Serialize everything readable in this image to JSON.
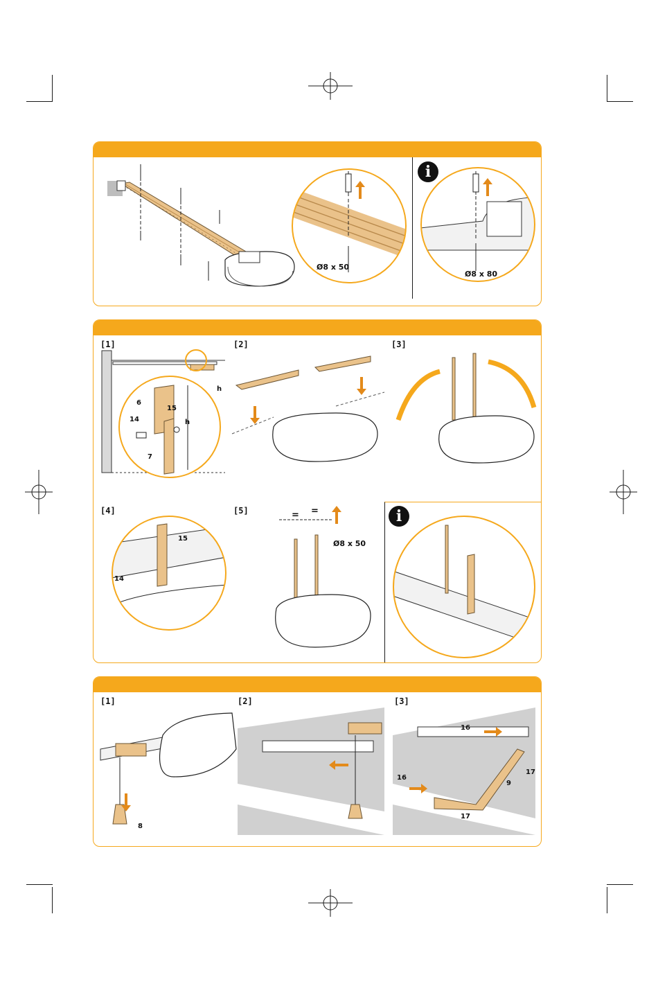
{
  "colors": {
    "accent": "#f5a81c",
    "wood": "#eac28a",
    "wood_dark": "#b98a4c",
    "ink": "#111111"
  },
  "section1": {
    "callout_screw_label": "Ø8 x 50",
    "info_screw_label": "Ø8 x 80",
    "info_icon": "info-icon"
  },
  "section2": {
    "steps": [
      "[1]",
      "[2]",
      "[3]",
      "[4]",
      "[5]"
    ],
    "dim_h": "h",
    "parts": {
      "p6": "6",
      "p7": "7",
      "p14": "14",
      "p15": "15"
    },
    "equal_mark": "=",
    "screw_label": "Ø8 x 50",
    "info_icon": "info-icon"
  },
  "section3": {
    "steps": [
      "[1]",
      "[2]",
      "[3]"
    ],
    "parts": {
      "p8": "8",
      "p9": "9",
      "p16": "16",
      "p17": "17"
    }
  }
}
